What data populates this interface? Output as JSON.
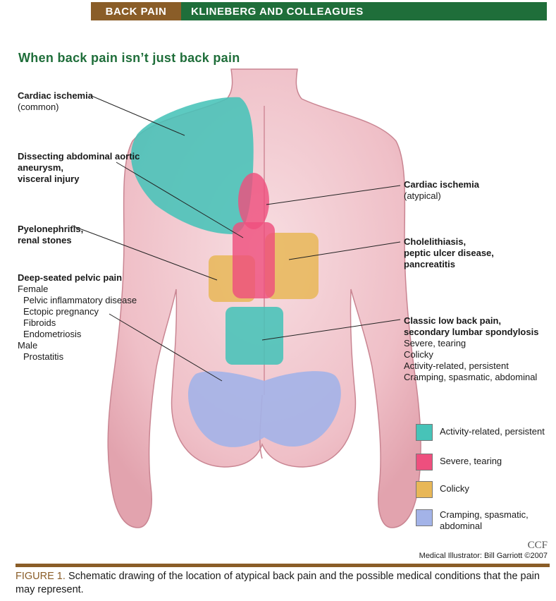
{
  "header": {
    "section": "BACK PAIN",
    "authors": "KLINEBERG AND COLLEAGUES"
  },
  "title": "When back pain isn’t just back pain",
  "left_labels": {
    "cardiac_common": {
      "title": "Cardiac ischemia",
      "sub": "(common)"
    },
    "aortic": {
      "line1": "Dissecting abdominal aortic",
      "line2": "aneurysm,",
      "line3": "visceral injury"
    },
    "pyelo": {
      "line1": "Pyelonephritis,",
      "line2": "renal stones"
    },
    "pelvic": {
      "title": "Deep-seated pelvic pain",
      "female": "Female",
      "female_items": [
        "Pelvic inflammatory disease",
        "Ectopic pregnancy",
        "Fibroids",
        "Endometriosis"
      ],
      "male": "Male",
      "male_items": [
        "Prostatitis"
      ]
    }
  },
  "right_labels": {
    "cardiac_atypical": {
      "title": "Cardiac ischemia",
      "sub": "(atypical)"
    },
    "chole": {
      "line1": "Cholelithiasis,",
      "line2": "peptic ulcer disease,",
      "line3": "pancreatitis"
    },
    "classic": {
      "line1": "Classic low back pain,",
      "line2": "secondary lumbar spondylosis",
      "items": [
        "Severe, tearing",
        "Colicky",
        "Activity-related, persistent",
        "Cramping, spasmatic, abdominal"
      ]
    }
  },
  "legend": [
    {
      "color": "#47c3b8",
      "label": "Activity-related, persistent"
    },
    {
      "color": "#ee4f7e",
      "label": "Severe, tearing"
    },
    {
      "color": "#e8b757",
      "label": "Colicky"
    },
    {
      "color": "#a3b3e8",
      "label": "Cramping, spasmatic, abdominal"
    }
  ],
  "credit": "Medical Illustrator: Bill Garriott ©2007",
  "ccf": "CCF",
  "caption": {
    "figure_number": "FIGURE 1.",
    "text": "Schematic drawing of the location of atypical back pain and the possible medical conditions that the pain may represent."
  },
  "colors": {
    "teal": "#47c3b8",
    "pink": "#ee4f7e",
    "yellow": "#e8b757",
    "blue": "#a3b3e8",
    "skin": "#f2c8cf",
    "header_brown": "#8a5d28",
    "header_green": "#1f6e3a"
  }
}
